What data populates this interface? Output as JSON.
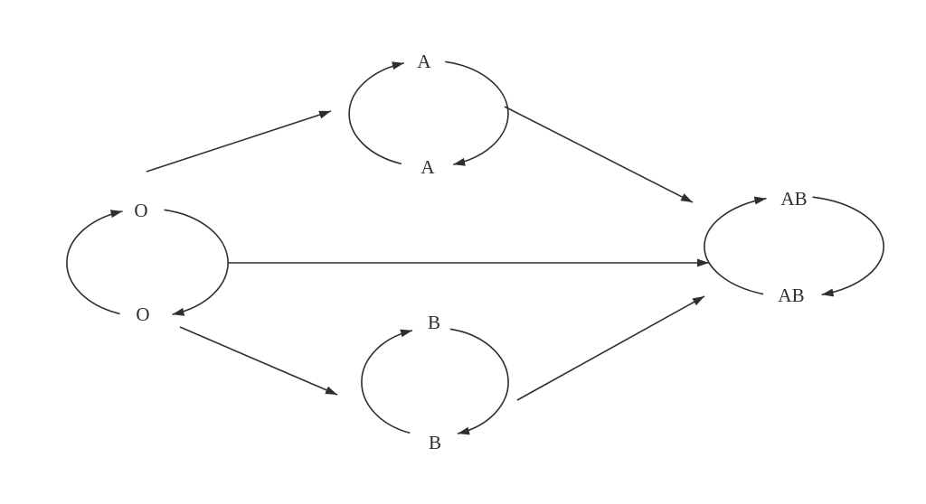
{
  "diagram": {
    "background_color": "#ffffff",
    "line_color": "#2e2e2e",
    "nodes": [
      {
        "id": "O",
        "top_label": "O",
        "bottom_label": "O"
      },
      {
        "id": "A",
        "top_label": "A",
        "bottom_label": "A"
      },
      {
        "id": "B",
        "top_label": "B",
        "bottom_label": "B"
      },
      {
        "id": "AB",
        "top_label": "AB",
        "bottom_label": "AB"
      }
    ],
    "self_loops": [
      "O",
      "A",
      "B",
      "AB"
    ],
    "edges": [
      {
        "from": "O",
        "to": "A"
      },
      {
        "from": "O",
        "to": "AB"
      },
      {
        "from": "O",
        "to": "B"
      },
      {
        "from": "A",
        "to": "AB"
      },
      {
        "from": "B",
        "to": "AB"
      }
    ]
  }
}
